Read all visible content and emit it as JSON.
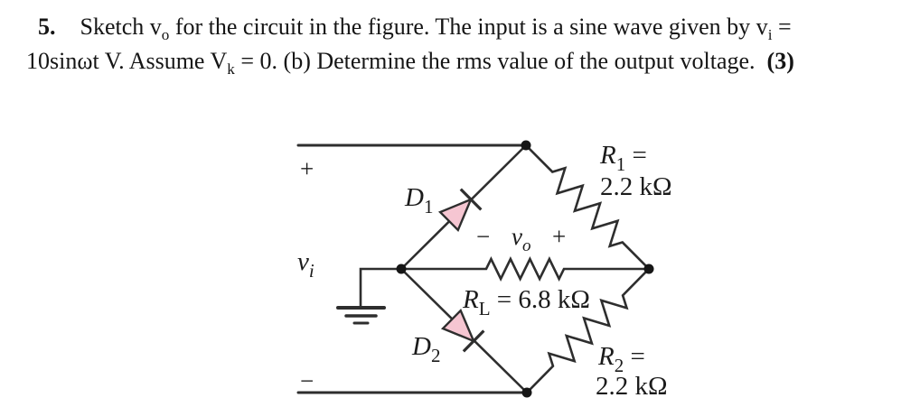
{
  "problem": {
    "number": "5.",
    "line1": {
      "a": "Sketch v",
      "a_sub": "o",
      "b": " for the circuit in the figure. The input is a sine wave given by v",
      "b_sub": "i",
      "c": " ="
    },
    "line2": {
      "a": "10sinωt V. Assume V",
      "a_sub": "k",
      "b": " = 0. (b) Determine the rms value of the output voltage.  ",
      "marks": "(3)"
    }
  },
  "circuit": {
    "plus_sign": "+",
    "minus_sign": "−",
    "vi": {
      "sym": "v",
      "sub": "i"
    },
    "d1": {
      "sym": "D",
      "sub": "1"
    },
    "d2": {
      "sym": "D",
      "sub": "2"
    },
    "r1": {
      "sym": "R",
      "sub": "1",
      "eq": " =",
      "value": "2.2 kΩ"
    },
    "r2": {
      "sym": "R",
      "sub": "2",
      "eq": " =",
      "value": "2.2 kΩ"
    },
    "rl": {
      "sym": "R",
      "sub": "L",
      "eq": " = 6.8 kΩ"
    },
    "vo": {
      "minus": "−",
      "sym": "v",
      "sub": "o",
      "plus": "+"
    },
    "colors": {
      "wire": "#2e2e2e",
      "node": "#161616",
      "text": "#1b1b1b",
      "diode_fill": "#f6c6d2"
    }
  }
}
